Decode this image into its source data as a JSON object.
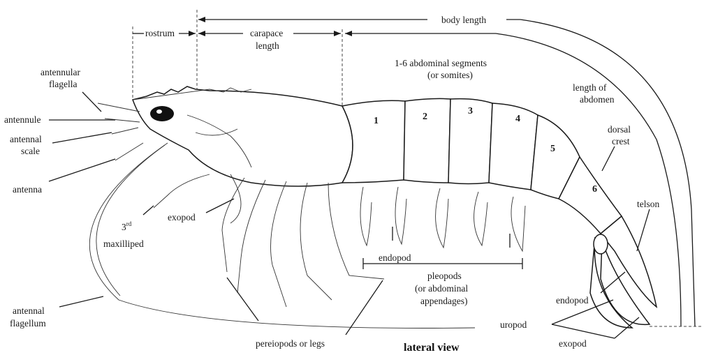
{
  "labels": {
    "body_length": "body length",
    "rostrum": "rostrum",
    "carapace": "carapace",
    "carapace_length": "length",
    "abdominal_segments": "1-6 abdominal segments",
    "abdominal_segments_sub": "(or somites)",
    "length_of": "length of",
    "abdomen": "abdomen",
    "antennular": "antennular",
    "flagella": "flagella",
    "antennule": "antennule",
    "antennal": "antennal",
    "scale": "scale",
    "antenna": "antenna",
    "exopod_leg": "exopod",
    "third": "3",
    "third_sup": "rd",
    "maxilliped": "maxilliped",
    "antennal_flag": "antennal",
    "flagellum": "flagellum",
    "pereiopods": "pereiopods or legs",
    "endopod_pleopod": "endopod",
    "pleopods": "pleopods",
    "pleopods_sub1": "(or abdominal",
    "pleopods_sub2": "appendages)",
    "dorsal": "dorsal",
    "crest": "crest",
    "telson": "telson",
    "endopod_uropod": "endopod",
    "uropod": "uropod",
    "exopod_uropod": "exopod",
    "view": "lateral view"
  },
  "segments": [
    "1",
    "2",
    "3",
    "4",
    "5",
    "6"
  ]
}
